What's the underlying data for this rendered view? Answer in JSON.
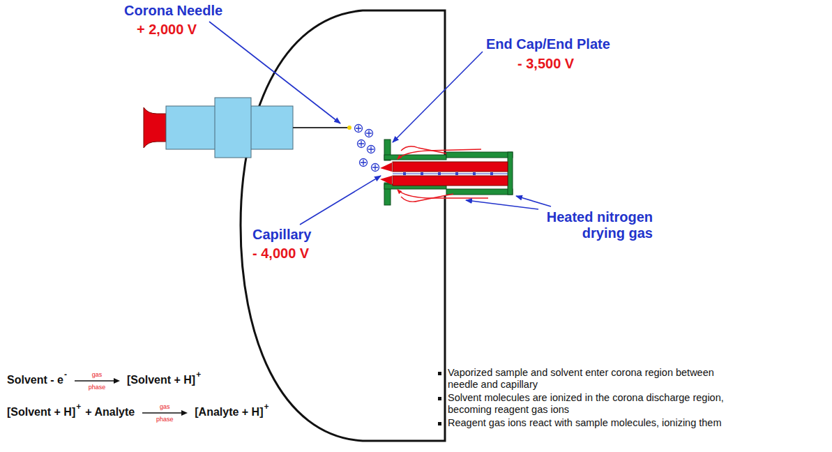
{
  "diagram": {
    "labels": [
      "Corona Needle",
      "+ 2,000 V",
      "End Cap/End Plate",
      "- 3,500 V",
      "Capillary",
      "- 4,000 V",
      "Heated nitrogen drying gas",
      "Solvent - e",
      "-",
      "gas",
      "phase",
      "[Solvent + H]",
      "+",
      "[Solvent + H]",
      "+",
      "+ Analyte",
      "gas",
      "phase",
      "[Analyte + H]",
      "+",
      "Vaporized sample and solvent enter corona region between needle and capillary",
      "Solvent molecules are ionized in the corona discharge region, becoming reagent gas ions",
      "Reagent gas ions react with sample molecules, ionizing them"
    ]
  }
}
